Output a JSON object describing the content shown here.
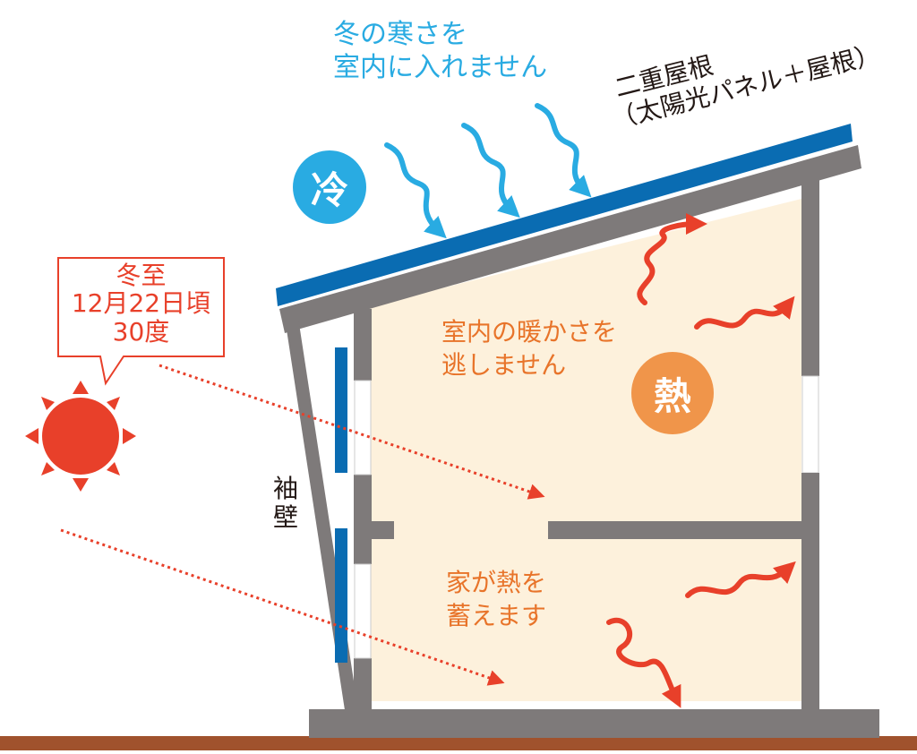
{
  "cold_message": {
    "line1": "冬の寒さを",
    "line2": "室内に入れません"
  },
  "cold_badge": "冷",
  "roof_label": {
    "line1": "二重屋根",
    "line2": "（太陽光パネル＋屋根）"
  },
  "solstice_callout": {
    "line1": "冬至",
    "line2": "12月22日頃",
    "line3": "30度"
  },
  "warm_message": {
    "line1": "室内の暖かさを",
    "line2": "逃しません"
  },
  "heat_badge": "熱",
  "store_message": {
    "line1": "家が熱を",
    "line2": "蓄えます"
  },
  "side_wall_label": {
    "char1": "袖",
    "char2": "壁"
  },
  "colors": {
    "cold": "#29abe2",
    "heat_badge": "#f0954a",
    "arrow_red": "#e8402a",
    "interior": "#fdf1dc",
    "wall": "#7e7a7a",
    "panel": "#0a6cb2",
    "ground": "#a0522d",
    "sun": "#e8402a"
  },
  "icons": [
    "sun-icon",
    "cold-wave-arrow-icon",
    "heat-wave-arrow-icon",
    "sunlight-ray-arrow-icon"
  ]
}
